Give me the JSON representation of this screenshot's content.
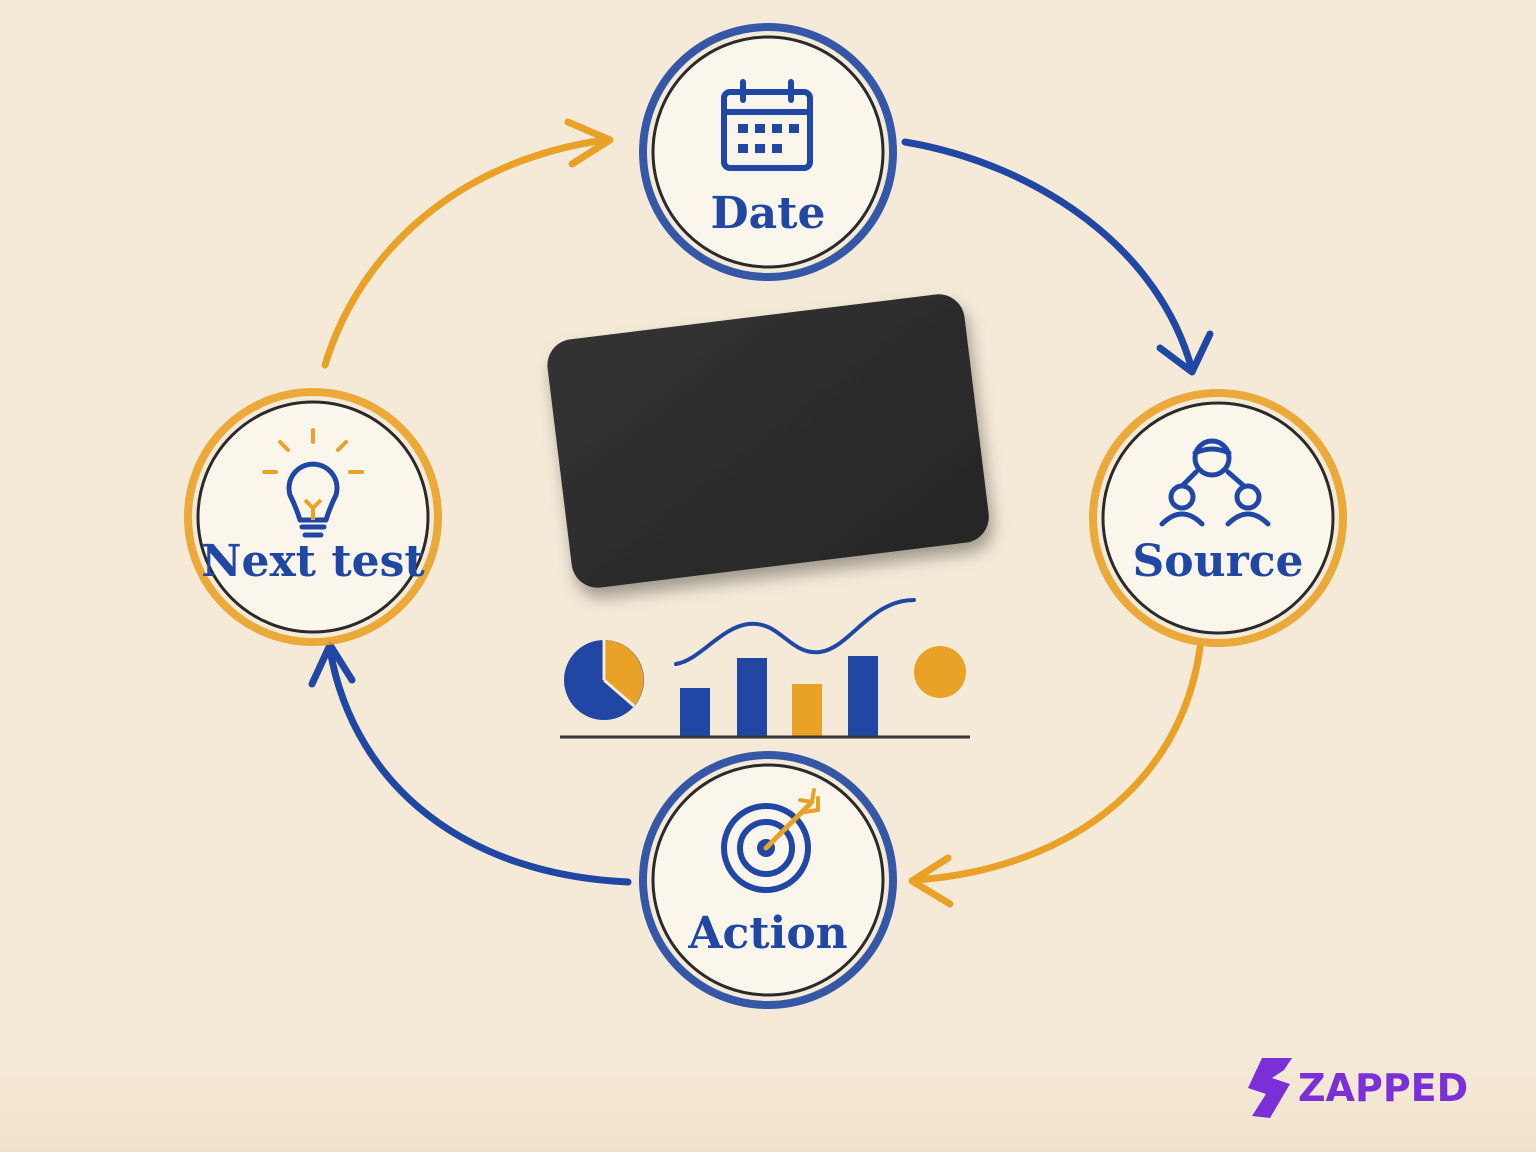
{
  "colors": {
    "background": "#f5ead8",
    "blue": "#1f47a3",
    "orange": "#e9a227",
    "card": "#2b2b2b",
    "brand": "#7b2fd6"
  },
  "nodes": [
    {
      "id": "date",
      "label": "Date",
      "icon": "calendar-icon",
      "ring_color": "blue"
    },
    {
      "id": "source",
      "label": "Source",
      "icon": "people-network-icon",
      "ring_color": "orange"
    },
    {
      "id": "action",
      "label": "Action",
      "icon": "target-icon",
      "ring_color": "blue"
    },
    {
      "id": "next_test",
      "label": "Next test",
      "icon": "lightbulb-icon",
      "ring_color": "orange"
    }
  ],
  "arrows": [
    {
      "from": "next_test",
      "to": "date",
      "color": "orange"
    },
    {
      "from": "date",
      "to": "source",
      "color": "blue"
    },
    {
      "from": "source",
      "to": "action",
      "color": "orange"
    },
    {
      "from": "action",
      "to": "next_test",
      "color": "blue"
    }
  ],
  "center": {
    "card": "blank-dark-card",
    "chart_icons": [
      "pie-chart-icon",
      "bar-chart-icon",
      "trend-line-icon",
      "dot-icon"
    ]
  },
  "brand": {
    "name": "ZAPPED",
    "logo_icon": "lightning-s-icon"
  }
}
